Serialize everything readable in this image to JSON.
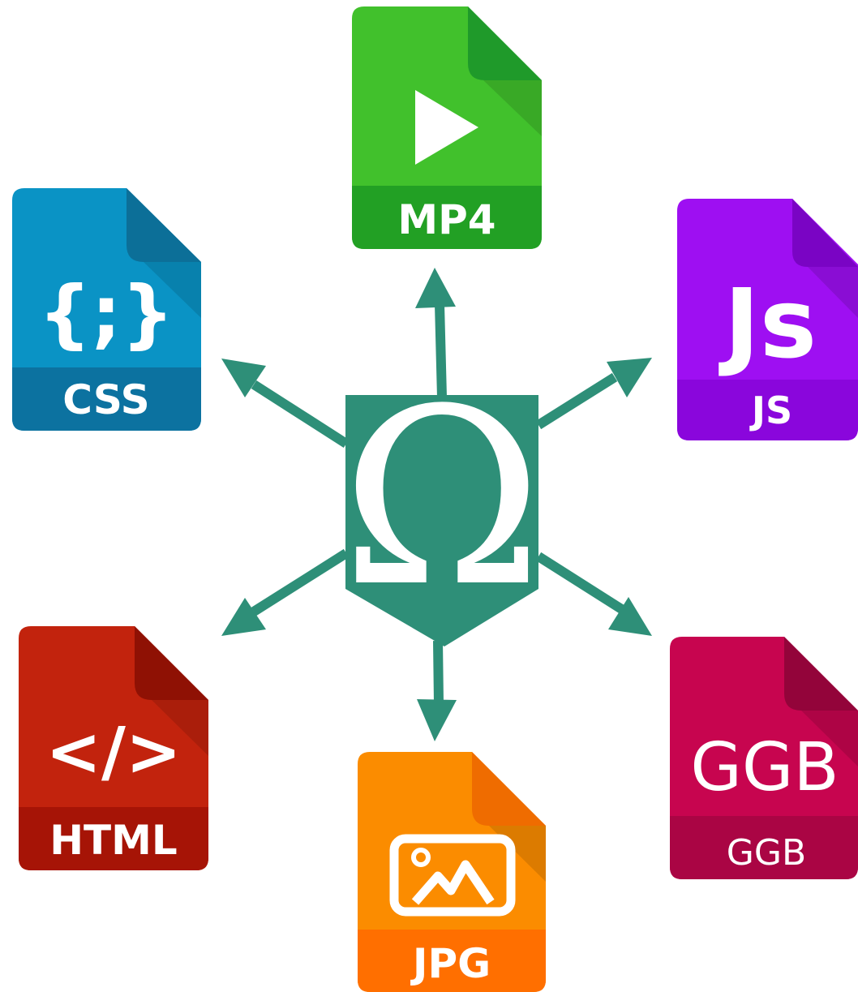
{
  "center": {
    "symbol": "Ω",
    "color": "#2e8f78"
  },
  "arrow_color": "#2e8f78",
  "files": [
    {
      "id": "mp4",
      "glyph": "",
      "label": "MP4",
      "icon": "play-icon",
      "color": "#41c12c",
      "band": "#22a024",
      "fold": "#1f9a2a"
    },
    {
      "id": "css",
      "glyph": "{;}",
      "label": "CSS",
      "icon": "braces-icon",
      "color": "#0a93c5",
      "band": "#0c72a0",
      "fold": "#0c6f98"
    },
    {
      "id": "js",
      "glyph": "Js",
      "label": "JS",
      "icon": "js-glyph",
      "color": "#9e0ff2",
      "band": "#8a06dc",
      "fold": "#7a04c4"
    },
    {
      "id": "html",
      "glyph": "</>",
      "label": "HTML",
      "icon": "code-icon",
      "color": "#c2230d",
      "band": "#a61406",
      "fold": "#8f1104"
    },
    {
      "id": "jpg",
      "glyph": "",
      "label": "JPG",
      "icon": "image-icon",
      "color": "#fb8c00",
      "band": "#ff6f00",
      "fold": "#ef6c00"
    },
    {
      "id": "ggb",
      "glyph": "GGB",
      "label": "GGB",
      "icon": "ggb-glyph",
      "color": "#c7054f",
      "band": "#aa0544",
      "fold": "#93043a"
    }
  ]
}
